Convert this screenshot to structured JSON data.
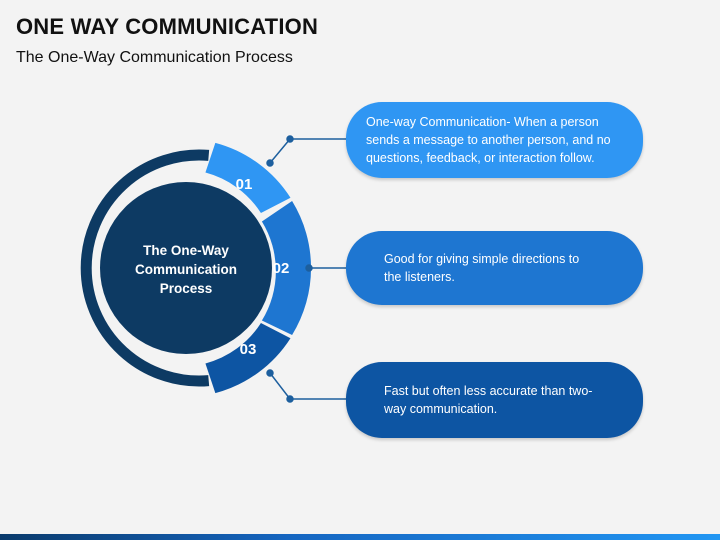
{
  "header": {
    "title": "ONE WAY COMMUNICATION",
    "subtitle": "The One-Way Communication Process"
  },
  "center": {
    "label": "The One-Way Communication Process"
  },
  "steps": [
    {
      "number": "01",
      "text": "One-way Communication- When a person sends a message to another person, and no questions, feedback, or interaction follow.",
      "color": "#2f96f3"
    },
    {
      "number": "02",
      "text": "Good for giving simple directions to the listeners.",
      "color": "#1e76d1"
    },
    {
      "number": "03",
      "text": "Fast but often less accurate than two-way communication.",
      "color": "#0d55a3"
    }
  ],
  "colors": {
    "center_circle": "#0d3a63",
    "ring": "#0d3a63",
    "connector": "#1d5f9e",
    "background": "#f3f3f3"
  }
}
